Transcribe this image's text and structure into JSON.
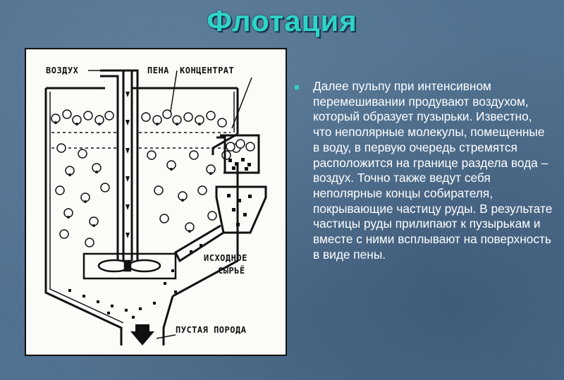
{
  "slide": {
    "title": "Флотация",
    "body_text": "Далее пульпу при интенсивном перемешивании продувают воздухом, который образует пузырьки. Известно, что неполярные молекулы, помещенные в воду, в первую очередь стремятся расположится на границе раздела вода – воздух. Точно также ведут себя неполярные концы собирателя, покрывающие частицу руды. В результате частицы руды прилипают к пузырькам и вместе с ними всплывают на поверхность в виде пены.",
    "title_color": "#2fd3c8",
    "bullet_color": "#2fd3c8",
    "background_color": "#4f7190"
  },
  "diagram": {
    "label_air": "ВОЗДУХ",
    "label_foam": "ПЕНА",
    "label_concentrate": "КОНЦЕНТРАТ",
    "label_feed_line1": "ИСХОДНОЕ",
    "label_feed_line2": "СЫРЬЁ",
    "label_tailings": "ПУСТАЯ ПОРОДА"
  }
}
